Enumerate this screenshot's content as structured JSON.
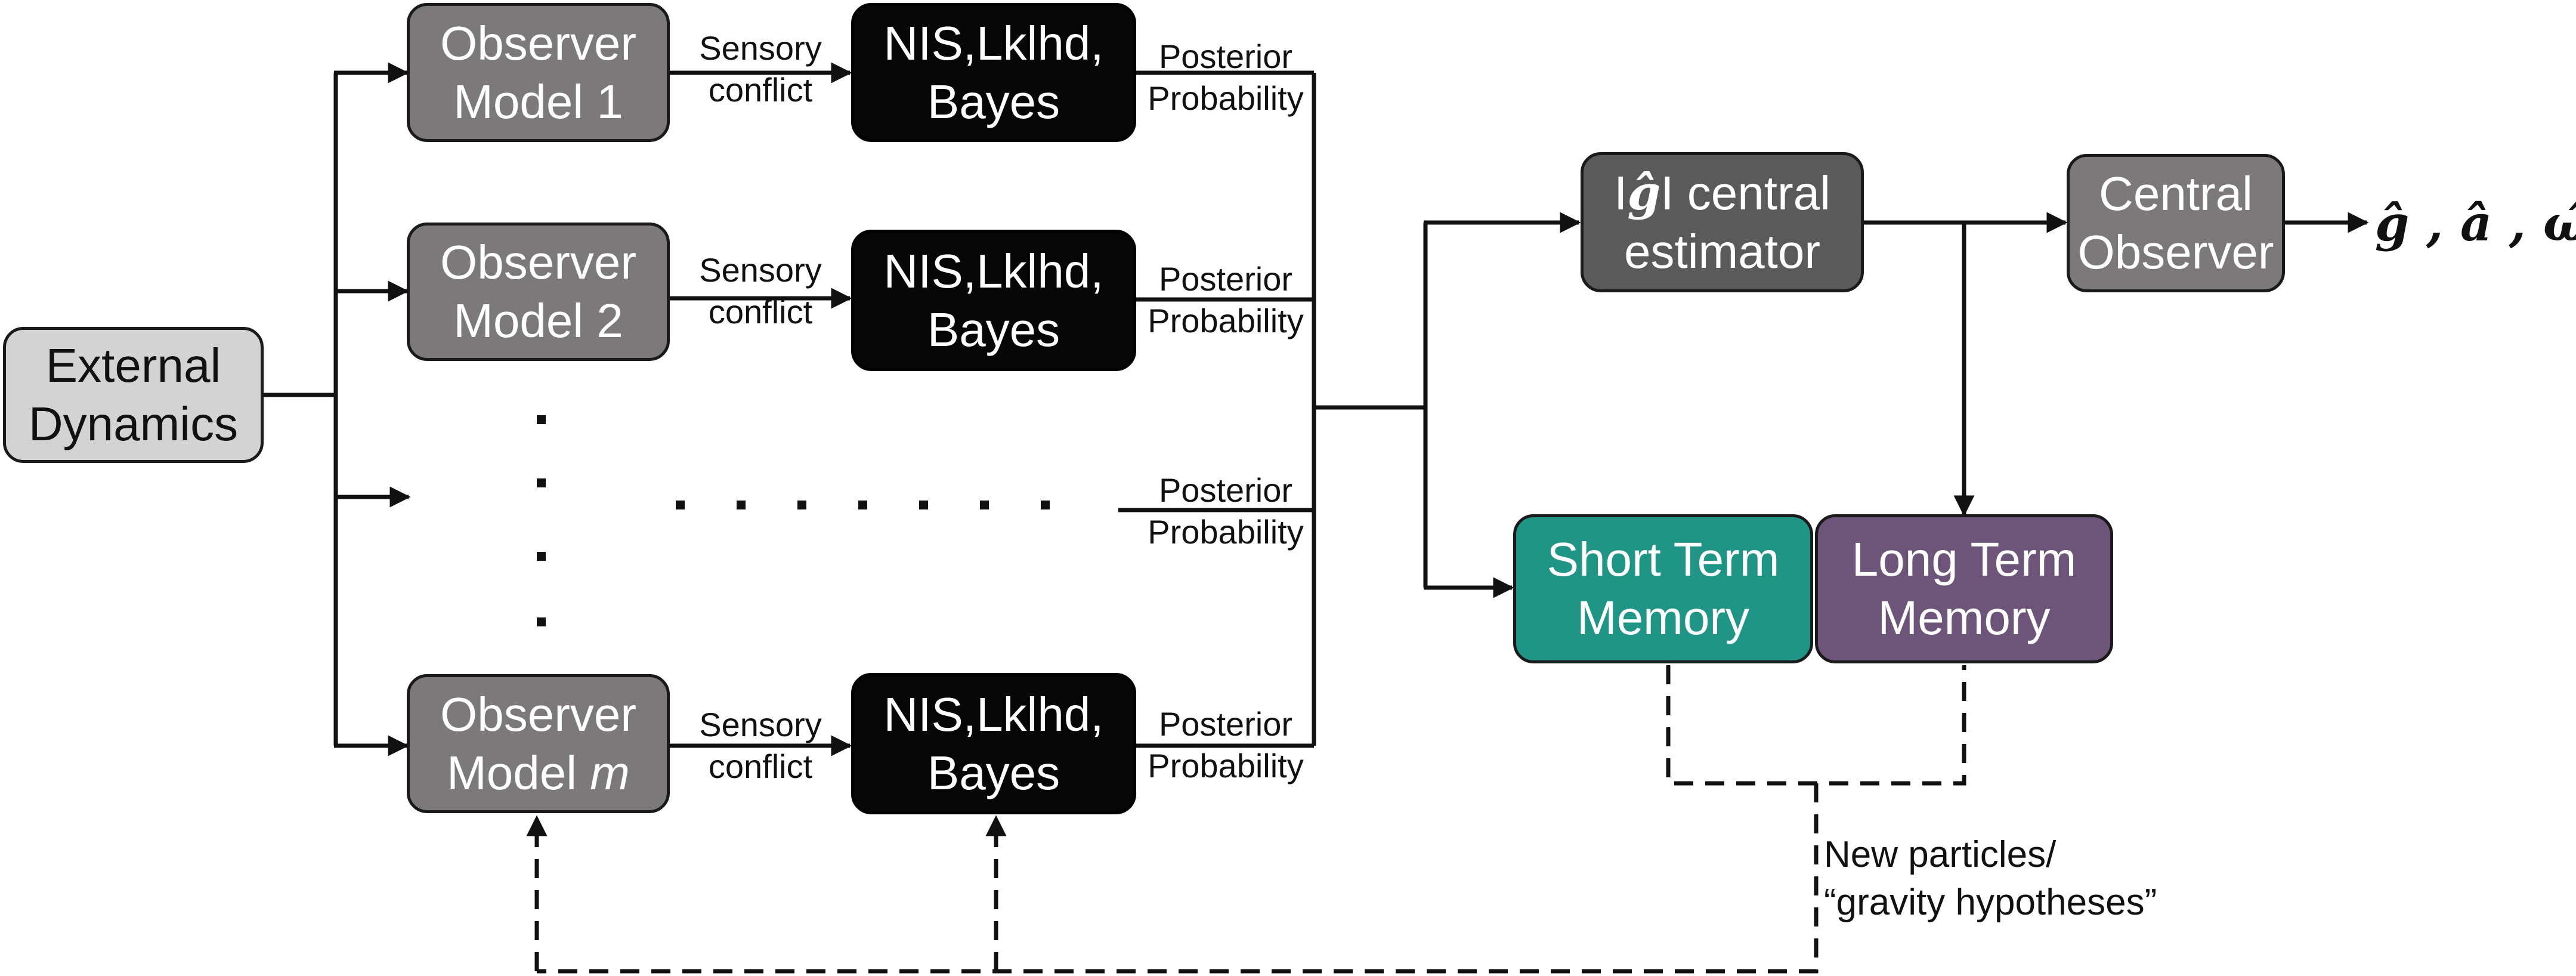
{
  "external": {
    "line1": "External",
    "line2": "Dynamics"
  },
  "observers": [
    {
      "line1": "Observer",
      "line2_prefix": "Model ",
      "line2_var": "1"
    },
    {
      "line1": "Observer",
      "line2_prefix": "Model ",
      "line2_var": "2"
    },
    {
      "line1": "Observer",
      "line2_prefix": "Model ",
      "line2_var": "m"
    }
  ],
  "bayes_blocks": [
    {
      "line1": "NIS,Lklhd,",
      "line2": "Bayes"
    },
    {
      "line1": "NIS,Lklhd,",
      "line2": "Bayes"
    },
    {
      "line1": "NIS,Lklhd,",
      "line2": "Bayes"
    }
  ],
  "sensory_conflict": {
    "line1": "Sensory",
    "line2": "conflict"
  },
  "posterior_probability": {
    "line1": "Posterior",
    "line2": "Probability"
  },
  "g_estimator": {
    "prefix": "I",
    "symbol": "ĝ",
    "suffix": "I  central",
    "line2": "estimator"
  },
  "central_observer": {
    "line1": "Central",
    "line2": "Observer"
  },
  "output_estimates": "ĝ , â , ω̂",
  "short_term_memory": {
    "line1": "Short Term",
    "line2": "Memory"
  },
  "long_term_memory": {
    "line1": "Long Term",
    "line2": "Memory"
  },
  "new_particles": {
    "line1": "New particles/",
    "line2": "“gravity hypotheses”"
  },
  "colors": {
    "observer_fill": "#7b7979",
    "bayes_fill": "#060606",
    "external_fill": "#d3d3d3",
    "estimator_fill": "#5a5a5a",
    "short_term_fill": "#1e9585",
    "long_term_fill": "#6c5579"
  }
}
